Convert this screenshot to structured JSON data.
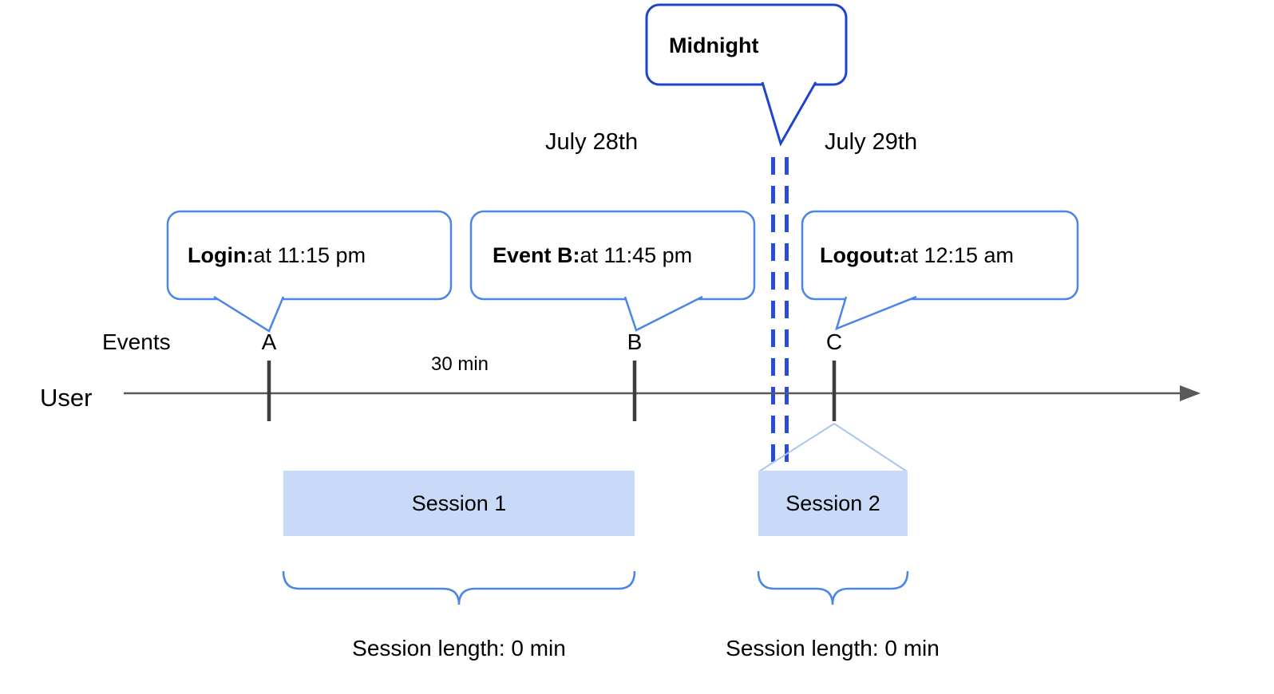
{
  "colors": {
    "callout_border": "#4a86e8",
    "midnight_border": "#1c45cc",
    "dashed_line": "#2a4bd7",
    "session_fill": "#c9daf8",
    "brace": "#4a86e8",
    "timeline": "#595959",
    "tick": "#3d3d3d",
    "funnel_line": "#adc5ee",
    "bubble_fill": "#ffffff"
  },
  "diagram": {
    "midnight": {
      "label": "Midnight"
    },
    "dates": {
      "july28": "July 28th",
      "july29": "July 29th"
    },
    "callouts": {
      "login": {
        "bold": "Login:",
        "text": " at 11:15 pm"
      },
      "event_b": {
        "bold": "Event B:",
        "text": " at 11:45 pm"
      },
      "logout": {
        "bold": "Logout:",
        "text": " at 12:15 am"
      }
    },
    "axis": {
      "events_label": "Events",
      "user_label": "User",
      "interval_label": "30 min"
    },
    "markers": {
      "a": "A",
      "b": "B",
      "c": "C"
    },
    "sessions": {
      "s1": {
        "label": "Session 1",
        "length": "Session length: 0 min"
      },
      "s2": {
        "label": "Session 2",
        "length": "Session length: 0 min"
      }
    }
  }
}
